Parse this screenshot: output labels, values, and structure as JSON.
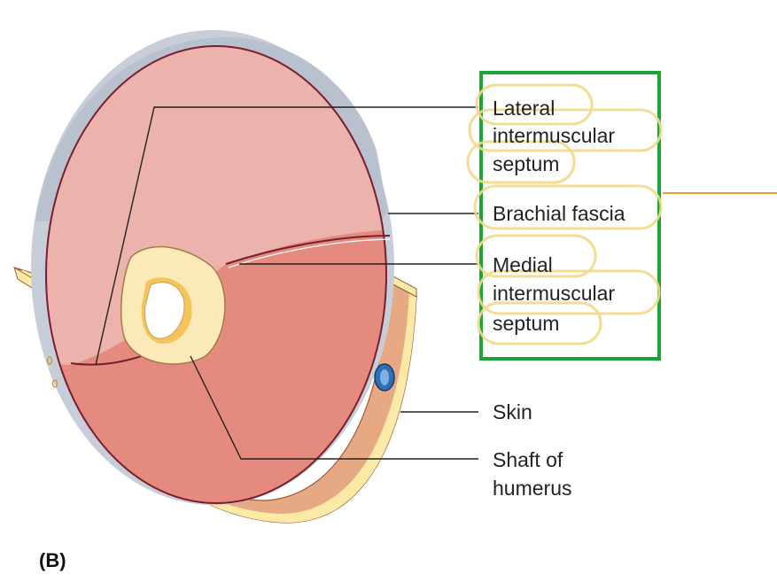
{
  "figure": {
    "panel_label": "(B)",
    "labels": {
      "lateral_septum": [
        "Lateral",
        "intermuscular",
        "septum"
      ],
      "brachial_fascia": "Brachial fascia",
      "medial_septum": [
        "Medial",
        "intermuscular",
        "septum"
      ],
      "skin": "Skin",
      "shaft": [
        "Shaft of",
        "humerus"
      ]
    }
  },
  "colors": {
    "anterior_compartment": "#ebb3ab",
    "posterior_compartment": "#e58a7f",
    "fascia_outline": "#7a1e2e",
    "subcutaneous_fat": "#fbe9a6",
    "skin_edge": "#e7a983",
    "fascia_blue": "#c7cdd9",
    "bone": "#fbe9b8",
    "marrow_highlight": "#f4c35a",
    "vessel": "#2f6fb5",
    "highlight_box": "#1aa636",
    "annotation_circle": "#f4d98a",
    "annotation_line": "#e89a3a"
  }
}
